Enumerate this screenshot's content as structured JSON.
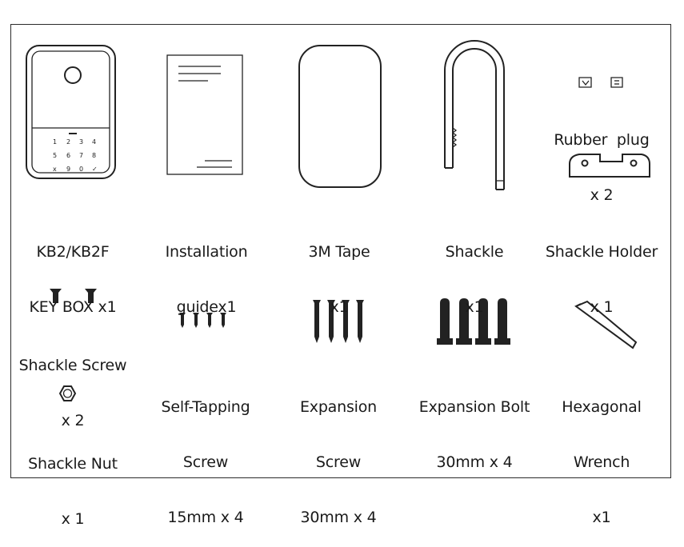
{
  "items": [
    {
      "name": "KB2/KB2F",
      "qty": "KEY BOX x1"
    },
    {
      "name": "Installation",
      "qty": "guidex1"
    },
    {
      "name": "3M Tape",
      "qty": "x1"
    },
    {
      "name": "Shackle",
      "qty": "x1"
    },
    {
      "name": "Rubber  plug",
      "qty": "x 2"
    },
    {
      "name": "Shackle Holder",
      "qty": "x 1"
    },
    {
      "name": "Shackle Screw",
      "qty": "x 2"
    },
    {
      "name": "Shackle Nut",
      "qty": "x 1"
    },
    {
      "name": "Self-Tapping",
      "name2": "Screw",
      "qty": "15mm x 4"
    },
    {
      "name": "Expansion",
      "name2": "Screw",
      "qty": "30mm x 4"
    },
    {
      "name": "Expansion Bolt",
      "qty": "30mm x 4"
    },
    {
      "name": "Hexagonal",
      "name2": "Wrench",
      "qty": "x1"
    }
  ],
  "keypad": [
    "1",
    "2",
    "3",
    "4",
    "5",
    "6",
    "7",
    "8",
    "9",
    "0",
    "x",
    "✓"
  ],
  "ink_color": "#222222"
}
